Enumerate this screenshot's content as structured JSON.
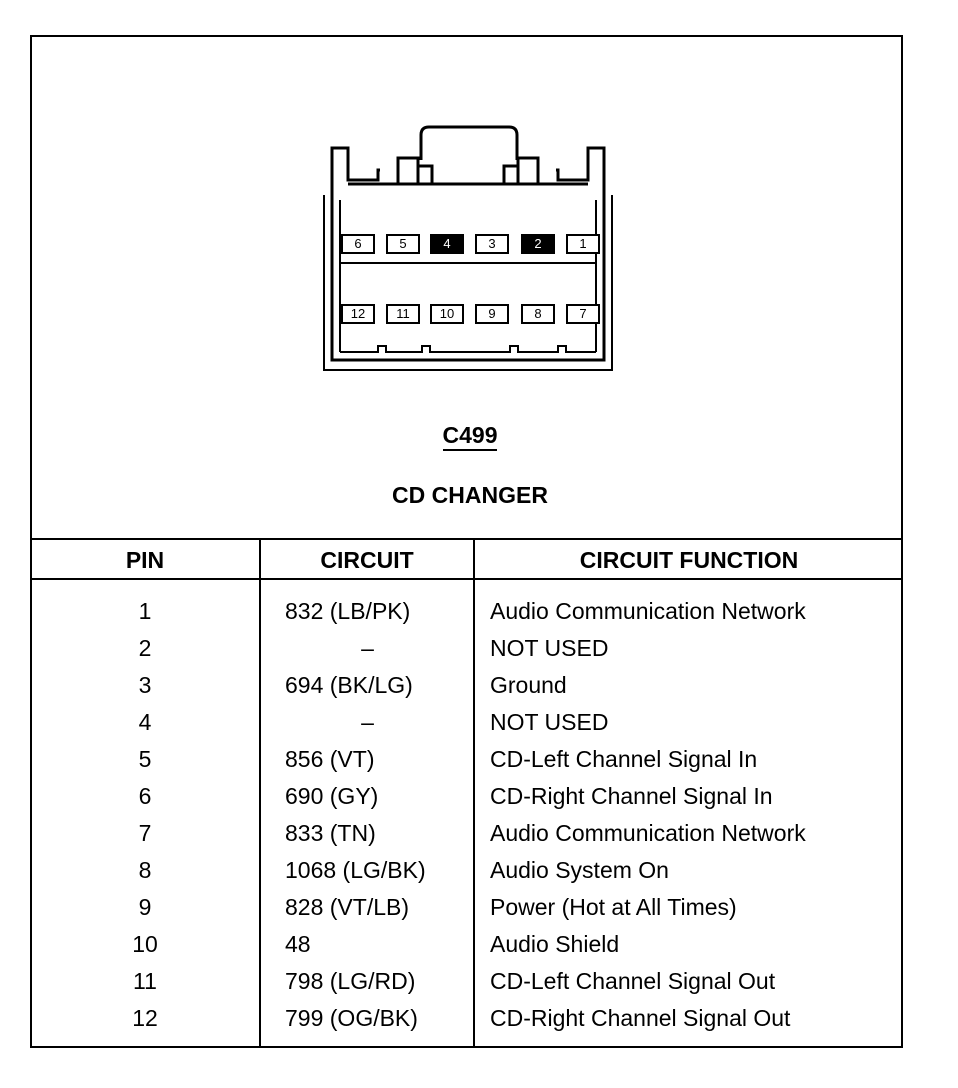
{
  "connector": {
    "id": "C499",
    "name": "CD CHANGER",
    "top_row_pins": [
      {
        "label": "6",
        "filled": false
      },
      {
        "label": "5",
        "filled": false
      },
      {
        "label": "4",
        "filled": true
      },
      {
        "label": "3",
        "filled": false
      },
      {
        "label": "2",
        "filled": true
      },
      {
        "label": "1",
        "filled": false
      }
    ],
    "bottom_row_pins": [
      {
        "label": "12",
        "filled": false
      },
      {
        "label": "11",
        "filled": false
      },
      {
        "label": "10",
        "filled": false
      },
      {
        "label": "9",
        "filled": false
      },
      {
        "label": "8",
        "filled": false
      },
      {
        "label": "7",
        "filled": false
      }
    ]
  },
  "table": {
    "headers": {
      "pin": "PIN",
      "circuit": "CIRCUIT",
      "function": "CIRCUIT FUNCTION"
    },
    "rows": [
      {
        "pin": "1",
        "circuit": "832 (LB/PK)",
        "function": "Audio Communication Network"
      },
      {
        "pin": "2",
        "circuit": "–",
        "function": "NOT USED"
      },
      {
        "pin": "3",
        "circuit": "694 (BK/LG)",
        "function": "Ground"
      },
      {
        "pin": "4",
        "circuit": "–",
        "function": "NOT USED"
      },
      {
        "pin": "5",
        "circuit": "856 (VT)",
        "function": "CD-Left Channel Signal In"
      },
      {
        "pin": "6",
        "circuit": "690 (GY)",
        "function": "CD-Right Channel Signal In"
      },
      {
        "pin": "7",
        "circuit": "833 (TN)",
        "function": "Audio Communication Network"
      },
      {
        "pin": "8",
        "circuit": "1068 (LG/BK)",
        "function": "Audio System On"
      },
      {
        "pin": "9",
        "circuit": "828 (VT/LB)",
        "function": "Power (Hot at All Times)"
      },
      {
        "pin": "10",
        "circuit": "48",
        "function": "Audio Shield"
      },
      {
        "pin": "11",
        "circuit": "798 (LG/RD)",
        "function": "CD-Left Channel Signal Out"
      },
      {
        "pin": "12",
        "circuit": "799 (OG/BK)",
        "function": "CD-Right Channel Signal Out"
      }
    ]
  }
}
